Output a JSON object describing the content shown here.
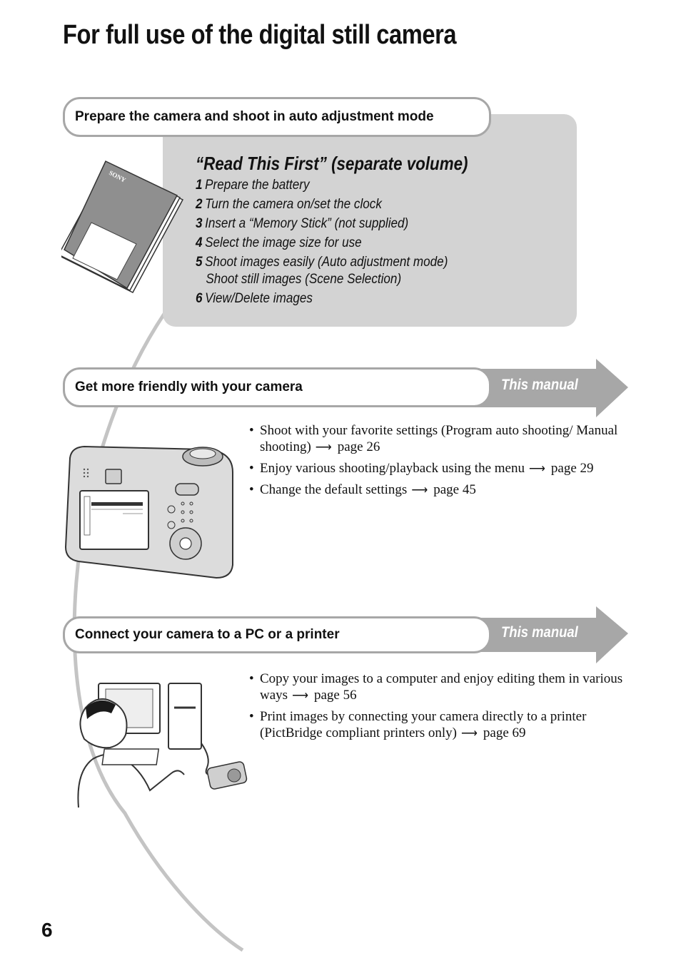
{
  "page": {
    "title": "For full use of the digital still camera",
    "page_number": "6"
  },
  "section_first": {
    "label": "Prepare the camera and shoot in auto adjustment mode",
    "heading": "“Read This First” (separate volume)",
    "booklet_brand": "SONY",
    "steps": [
      {
        "num": "1",
        "text": "Prepare the battery"
      },
      {
        "num": "2",
        "text": "Turn the camera on/set the clock"
      },
      {
        "num": "3",
        "text": "Insert a “Memory Stick” (not supplied)"
      },
      {
        "num": "4",
        "text": "Select the image size for use"
      },
      {
        "num": "5",
        "text": "Shoot images easily (Auto adjustment mode)",
        "sub": "Shoot still images (Scene Selection)"
      },
      {
        "num": "6",
        "text": "View/Delete images"
      }
    ]
  },
  "section_friendly": {
    "label": "Get more friendly with your camera",
    "manual_label": "This manual",
    "bullets": [
      {
        "text": "Shoot with your favorite settings (Program auto shooting/ Manual shooting)",
        "page": "page 26"
      },
      {
        "text": "Enjoy various shooting/playback using the menu",
        "page": "page 29"
      },
      {
        "text": "Change the default settings",
        "page": "page 45"
      }
    ]
  },
  "section_connect": {
    "label": "Connect your camera to a PC or a printer",
    "manual_label": "This manual",
    "bullets": [
      {
        "text": "Copy your images to a computer and enjoy editing them in various ways",
        "page": "page 56"
      },
      {
        "text": "Print images by connecting your camera directly to a printer (PictBridge compliant printers only)",
        "page": "page 69"
      }
    ]
  },
  "colors": {
    "gray_box": "#d3d3d3",
    "arrow_gray": "#a7a7a7",
    "curve_gray": "#c4c4c4"
  }
}
